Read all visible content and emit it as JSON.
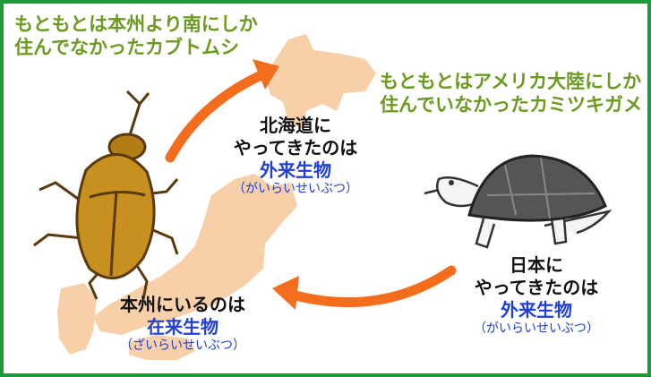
{
  "captions": {
    "beetle_origin_line1": "もともとは本州より南にしか",
    "beetle_origin_line2": "住んでなかったカブトムシ",
    "turtle_origin_line1": "もともとはアメリカ大陸にしか",
    "turtle_origin_line2": "住んでいなかったカミツキガメ"
  },
  "hokkaido": {
    "line1": "北海道に",
    "line2": "やってきたのは",
    "term": "外来生物",
    "reading": "（がいらいせいぶつ）"
  },
  "japan": {
    "line1": "日本に",
    "line2": "やってきたのは",
    "term": "外来生物",
    "reading": "（がいらいせいぶつ）"
  },
  "honshu": {
    "line1": "本州にいるのは",
    "term": "在来生物",
    "reading": "（ざいらいせいぶつ）"
  },
  "colors": {
    "border": "#1f9a3a",
    "caption_green": "#6b9a1f",
    "term_blue": "#1f3fd6",
    "arrow_orange": "#f36d1c",
    "map_fill": "#f7cfa8",
    "beetle_body": "#c8901e",
    "turtle_shell": "#555555"
  },
  "icons": [
    "beetle-illustration",
    "turtle-illustration",
    "japan-map",
    "arrow-to-hokkaido",
    "arrow-from-abroad"
  ]
}
